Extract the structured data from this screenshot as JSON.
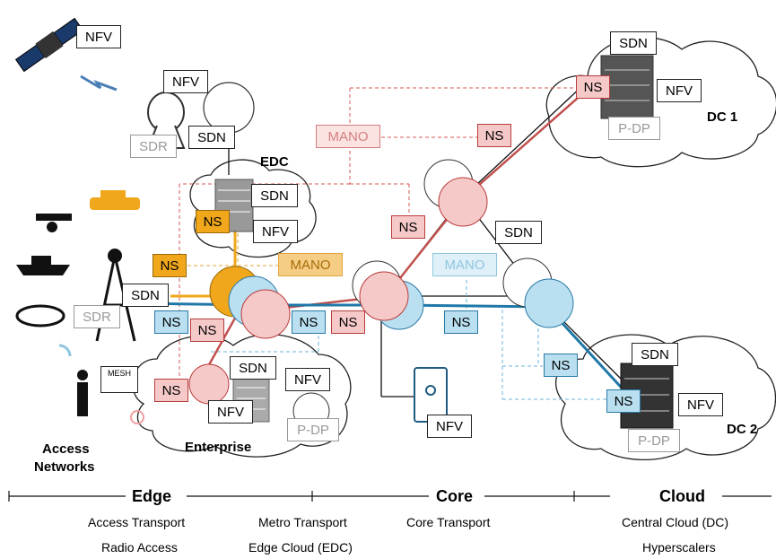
{
  "nodes": {
    "nfv": "NFV",
    "sdn": "SDN",
    "sdr": "SDR",
    "ns": "NS",
    "mano": "MANO",
    "pdp": "P-DP",
    "mesh": "MESH"
  },
  "sites": {
    "edc": "EDC",
    "dc1": "DC 1",
    "dc2": "DC 2",
    "enterprise": "Enterprise",
    "access_line1": "Access",
    "access_line2": "Networks"
  },
  "axis": {
    "edge": "Edge",
    "core": "Core",
    "cloud": "Cloud",
    "edge_sub1": "Access Transport",
    "edge_sub2": "Radio Access",
    "metro_sub1": "Metro Transport",
    "metro_sub2": "Edge Cloud (EDC)",
    "core_sub1": "Core Transport",
    "cloud_sub1": "Central Cloud (DC)",
    "cloud_sub2": "Hyperscalers"
  },
  "colors": {
    "red": "#c0504d",
    "orange": "#f0a71b",
    "blue": "#1f78a8",
    "router_dark": "#1d5a7a"
  }
}
